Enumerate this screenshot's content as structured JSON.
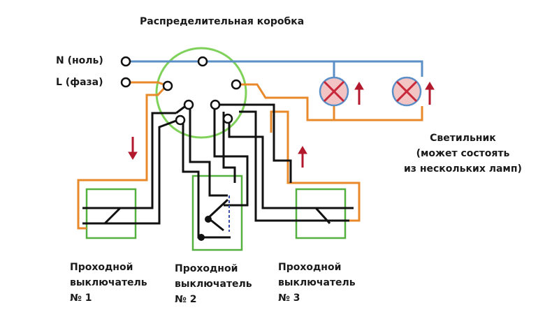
{
  "title": "Распределительная коробка",
  "terminals": {
    "neutral": "N (ноль)",
    "phase": "L (фаза)"
  },
  "lamp_label": {
    "line1": "Светильник",
    "line2": "(может состоять",
    "line3": "из нескольких ламп)"
  },
  "switches": [
    {
      "line1": "Проходной",
      "line2": "выключатель",
      "line3": "№ 1"
    },
    {
      "line1": "Проходной",
      "line2": "выключатель",
      "line3": "№ 2"
    },
    {
      "line1": "Проходной",
      "line2": "выключатель",
      "line3": "№ 3"
    }
  ],
  "colors": {
    "neutral_wire": "#5b8fc7",
    "phase_wire": "#e8892b",
    "switch_wire": "#111111",
    "junction_box": "#7fd15a",
    "switch_frame": "#55b040",
    "lamp_fill": "#f2c4c4",
    "lamp_cross": "#c8283a",
    "arrow": "#b3192c"
  },
  "icons": [
    "lamp-icon",
    "arrow-up-icon",
    "arrow-down-icon",
    "terminal-icon"
  ]
}
